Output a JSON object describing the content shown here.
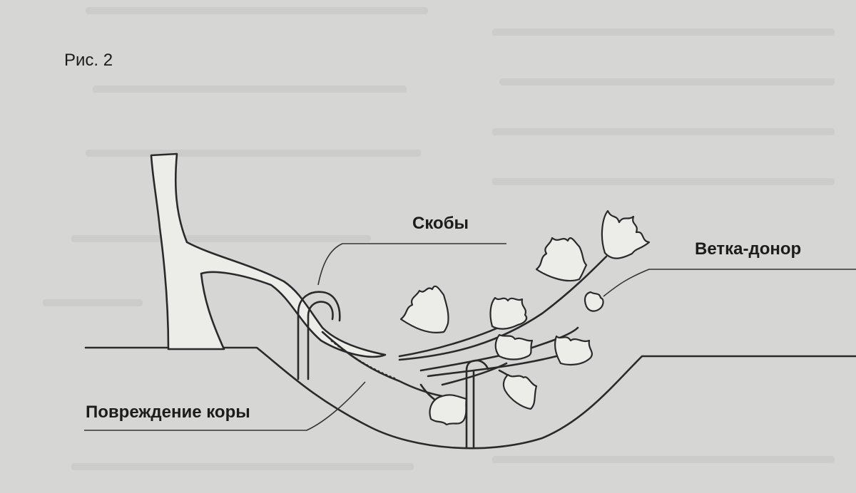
{
  "figure": {
    "number": "Рис. 2",
    "labels": {
      "staples": "Скобы",
      "donor_branch": "Ветка-донор",
      "bark_damage": "Повреждение коры"
    }
  },
  "colors": {
    "paper": "#d6d6d4",
    "ink": "#2a2a2a",
    "fill": "#ecece9"
  }
}
